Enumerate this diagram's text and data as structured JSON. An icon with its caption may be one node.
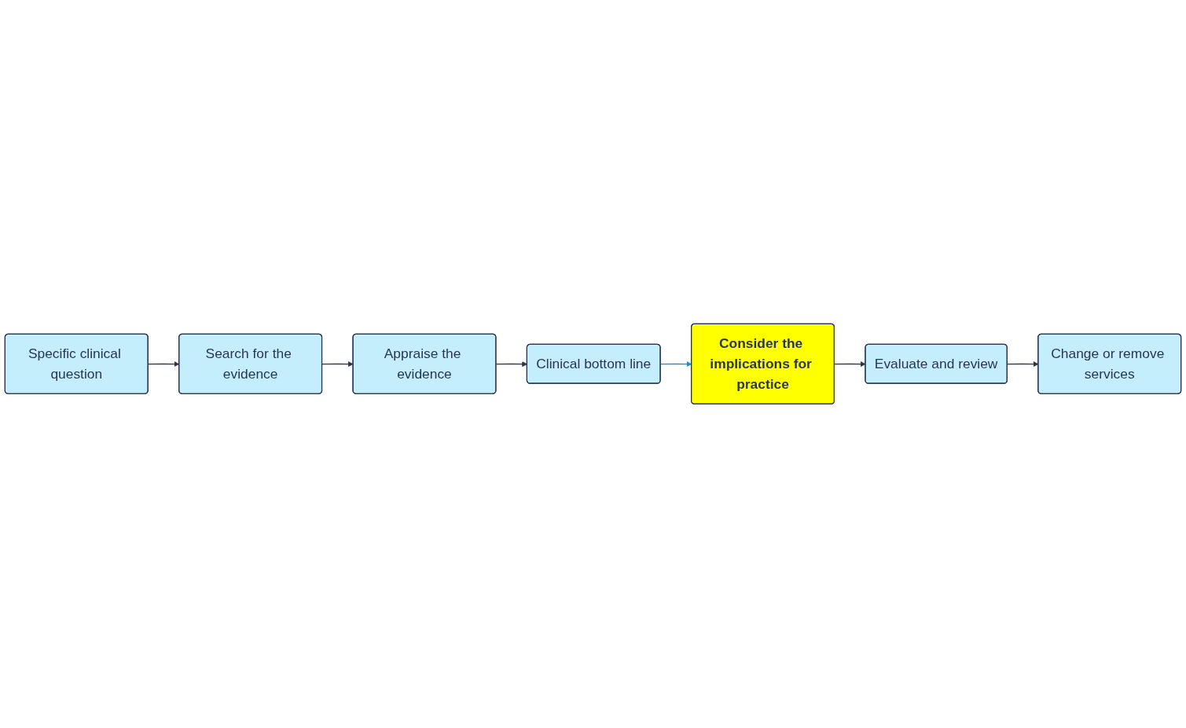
{
  "diagram": {
    "nodes": [
      {
        "text": [
          "Specific clinical question"
        ]
      },
      {
        "text": [
          "Search for the evidence"
        ]
      },
      {
        "text": [
          "Appraise the evidence"
        ]
      },
      {
        "text": [
          "Clinical bottom line"
        ]
      },
      {
        "text": [
          "Consider the implications for practice"
        ]
      },
      {
        "text": [
          "Evaluate and review"
        ]
      },
      {
        "text": [
          "Change or remove services"
        ]
      }
    ],
    "edges": [
      {
        "from": 0,
        "to": 1,
        "arrow": "to"
      },
      {
        "from": 1,
        "to": 2,
        "arrow": "to"
      },
      {
        "from": 2,
        "to": 3,
        "arrow": "to"
      },
      {
        "from": 3,
        "to": 4,
        "arrow": "to",
        "color": "#1a8fc9"
      },
      {
        "from": 4,
        "to": 5,
        "arrow": "to"
      },
      {
        "from": 5,
        "to": 6,
        "arrow": "to"
      }
    ]
  }
}
